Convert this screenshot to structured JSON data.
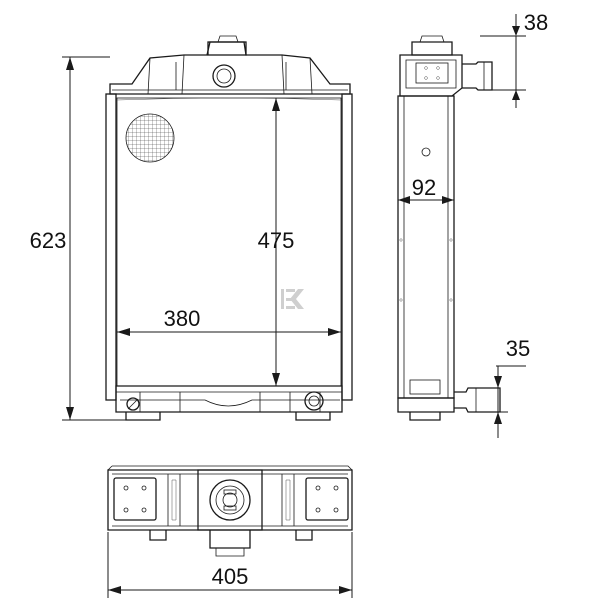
{
  "dimensions": {
    "overall_height": "623",
    "core_height": "475",
    "core_width": "380",
    "depth": "92",
    "top_pipe": "38",
    "bottom_pipe": "35",
    "overall_width": "405"
  },
  "colors": {
    "line": "#1a1a1a",
    "background": "#ffffff",
    "watermark": "#cfcfcf"
  },
  "icons": {
    "filler_cap": "circle-cap-icon",
    "watermark": "k-logo-watermark-icon"
  }
}
